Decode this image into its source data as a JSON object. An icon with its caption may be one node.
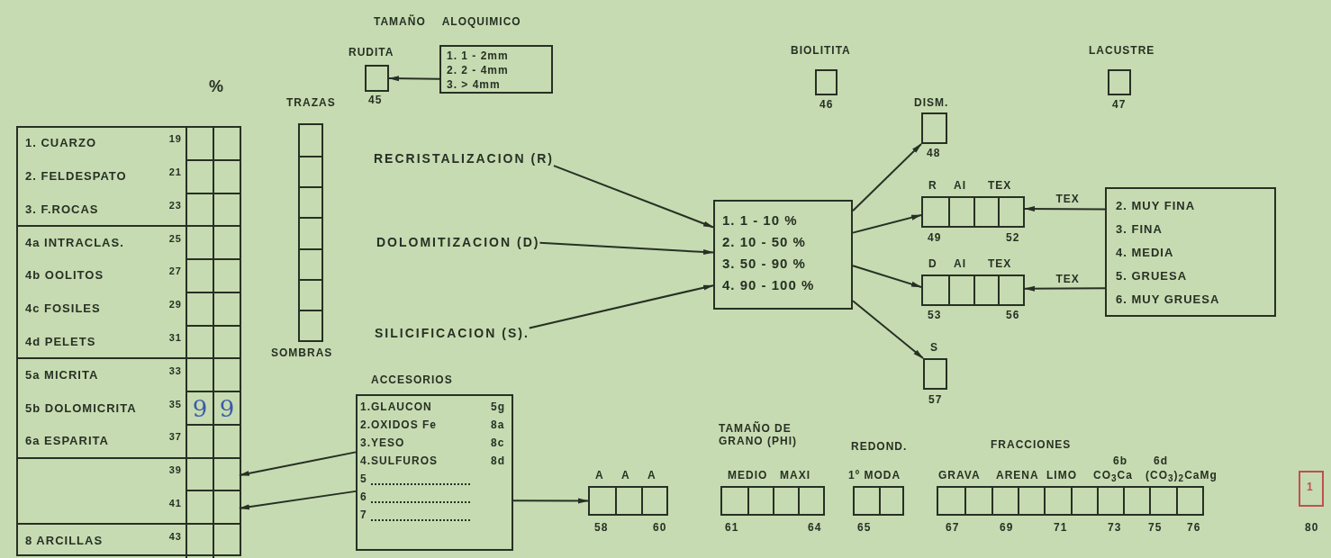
{
  "diagram": {
    "nodes": [
      {
        "text": [],
        "shape": "box"
      },
      {
        "text": [
          "1. CUARZO",
          "19"
        ],
        "in": 0
      },
      {
        "text": [
          "2. FELDESPATO",
          "21"
        ],
        "in": 0
      },
      {
        "text": [
          "3. F.ROCAS",
          "23"
        ],
        "in": 0
      },
      {
        "text": [
          "4a INTRACLAS.",
          "25"
        ],
        "in": 0
      },
      {
        "text": [
          "4b OOLITOS",
          "27"
        ],
        "in": 0
      },
      {
        "text": [
          "4c FOSILES",
          "29"
        ],
        "in": 0
      },
      {
        "text": [
          "4d PELETS",
          "31"
        ],
        "in": 0
      },
      {
        "text": [
          "5a MICRITA",
          "33"
        ],
        "in": 0
      },
      {
        "text": [
          "5b DOLOMICRITA",
          "35",
          "9",
          "9"
        ],
        "in": 0
      },
      {
        "text": [
          "6a ESPARITA",
          "37"
        ],
        "in": 0
      },
      {
        "text": [
          "39"
        ],
        "in": 0
      },
      {
        "text": [
          "41"
        ],
        "in": 0
      },
      {
        "text": [
          "8 ARCILLAS",
          "43"
        ],
        "in": 0
      },
      {
        "text": [
          "TRAZAS",
          "SOMBRAS"
        ]
      },
      {
        "text": [
          "RUDITA",
          "45"
        ]
      },
      {
        "text": [
          "1. 1 - 2mm",
          "2. 2 - 4mm",
          "3. > 4mm"
        ]
      },
      {
        "text": [
          "BIOLITITA",
          "46"
        ]
      },
      {
        "text": [
          "LACUSTRE",
          "47"
        ]
      },
      {
        "text": [
          "RECRISTALIZACION (R)"
        ]
      },
      {
        "text": [
          "DOLOMITIZACION (D)"
        ]
      },
      {
        "text": [
          "SILICIFICACION (S)."
        ]
      },
      {
        "text": [
          "1. 1 - 10 %",
          "2. 10 - 50 %",
          "3. 50 - 90 %",
          "4. 90 - 100 %"
        ]
      },
      {
        "text": [
          "DISM.",
          "48"
        ]
      },
      {
        "text": [
          "R",
          "AI",
          "TEX",
          "49",
          "52"
        ]
      },
      {
        "text": [
          "D",
          "AI",
          "TEX",
          "53",
          "56"
        ]
      },
      {
        "text": [
          "S",
          "57"
        ]
      },
      {
        "text": [
          "2. MUY FINA",
          "3. FINA",
          "4. MEDIA",
          "5. GRUESA",
          "6. MUY GRUESA"
        ]
      },
      {
        "text": [
          "ACCESORIOS",
          "1.GLAUCON",
          "5g",
          "2.OXIDOS Fe",
          "8a",
          "3.YESO",
          "8c",
          "4.SULFUROS",
          "8d",
          "5",
          "6",
          "7"
        ]
      },
      {
        "text": [
          "A",
          "A",
          "A",
          "58",
          "60"
        ]
      },
      {
        "text": [
          "TAMAÑO DE GRANO (PHI)",
          "MEDIO",
          "MAXI",
          "61",
          "64"
        ]
      },
      {
        "text": [
          "REDOND.",
          "1º MODA",
          "65"
        ]
      },
      {
        "text": [
          "FRACCIONES",
          "GRAVA",
          "ARENA",
          "LIMO",
          "6b",
          "CO$_{3}$Ca",
          "6d",
          "(CO$_{3}$)$_{2}$CaMg",
          "67",
          "69",
          "71",
          "73",
          "75",
          "76"
        ]
      },
      {
        "text": [
          "1",
          "80"
        ]
      }
    ],
    "edges": [
      {
        "from": 16,
        "to": 15,
        "arrow": "to"
      },
      {
        "from": 19,
        "to": 22,
        "arrow": "to"
      },
      {
        "from": 20,
        "to": 22,
        "arrow": "to"
      },
      {
        "from": 21,
        "to": 22,
        "arrow": "to"
      },
      {
        "from": 22,
        "to": 23,
        "arrow": "to"
      },
      {
        "from": 22,
        "to": 24,
        "arrow": "to"
      },
      {
        "from": 22,
        "to": 25,
        "arrow": "to"
      },
      {
        "from": 22,
        "to": 26,
        "arrow": "to"
      },
      {
        "from": 27,
        "to": 24,
        "arrow": "to",
        "label": "TEX"
      },
      {
        "from": 27,
        "to": 25,
        "arrow": "to",
        "label": "TEX"
      },
      {
        "from": 28,
        "to": 11,
        "arrow": "to"
      },
      {
        "from": 28,
        "to": 12,
        "arrow": "to"
      },
      {
        "from": 28,
        "to": 29,
        "arrow": "to"
      }
    ],
    "labels": [
      "TAMAÑO ALOQUIMICO",
      "%"
    ]
  }
}
